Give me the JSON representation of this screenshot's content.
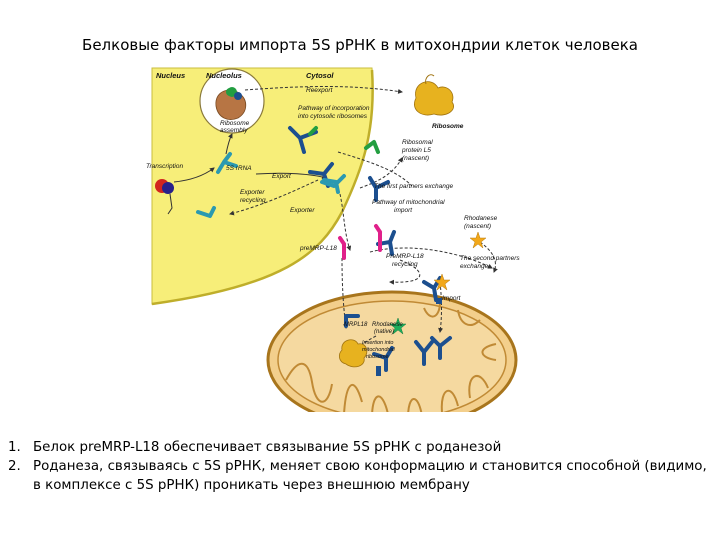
{
  "slide": {
    "title": "Белковые факторы импорта 5S рРНК в митохондрии клеток человека"
  },
  "diagram": {
    "labels": {
      "nucleus": "Nucleus",
      "nucleolus": "Nucleolus",
      "cytosol": "Cytosol",
      "ribosome_assembly_1": "Ribosome",
      "ribosome_assembly_2": "assembly",
      "reexport": "Reexport",
      "pathway_cyto_1": "Pathway of incorporation",
      "pathway_cyto_2": "into cytosolic ribosomes",
      "ribosome": "Ribosome",
      "transcription": "Transcription",
      "rrna_5s": "5S rRNA",
      "export": "Export",
      "exporter_recycling_1": "Exporter",
      "exporter_recycling_2": "recycling",
      "exporter": "Exporter",
      "ribosomal_protein_1": "Ribosomal",
      "ribosomal_protein_2": "protein L5",
      "ribosomal_protein_3": "(nascent)",
      "first_exchange": "The first partners exchange",
      "pathway_mito_1": "Pathway of mitochondrial",
      "pathway_mito_2": "import",
      "rhodanese_nascent_1": "Rhodanese",
      "rhodanese_nascent_2": "(nascent)",
      "pre_mrp_l18": "preMRP-L18",
      "pre_mrp_l18_recycling_1": "PreMRP-L18",
      "pre_mrp_l18_recycling_2": "recycling",
      "second_exchange_1": "The second partners",
      "second_exchange_2": "exchange",
      "import": "Import",
      "mrpl18": "MRPL18",
      "rhodanese_native_1": "Rhodanese",
      "rhodanese_native_2": "(native)",
      "insertion_1": "Insertion into",
      "insertion_2": "mitochondrial",
      "insertion_3": "ribosome"
    }
  },
  "notes": [
    {
      "number": "1.",
      "text": "Белок preMRP-L18 обеспечивает связывание 5S рРНК с роданезой"
    },
    {
      "number": "2.",
      "text": "Роданеза, связываясь с 5S рРНК, меняет свою конформацию и становится способной (видимо, в комплексе с 5S рРНК) проникать через внешнюю мембрану"
    }
  ],
  "colors": {
    "nucleus_fill": "#f7ee79",
    "mito_fill": "#f3cf8c",
    "mito_stroke": "#a8751c",
    "rrna_teal": "#2b99b0",
    "rrna_navy": "#1c4f8f",
    "protein_green": "#239e41",
    "protein_magenta": "#e0208a",
    "rhodanese_star": "#f2a81a",
    "ribosome_orange": "#e7b21f"
  }
}
